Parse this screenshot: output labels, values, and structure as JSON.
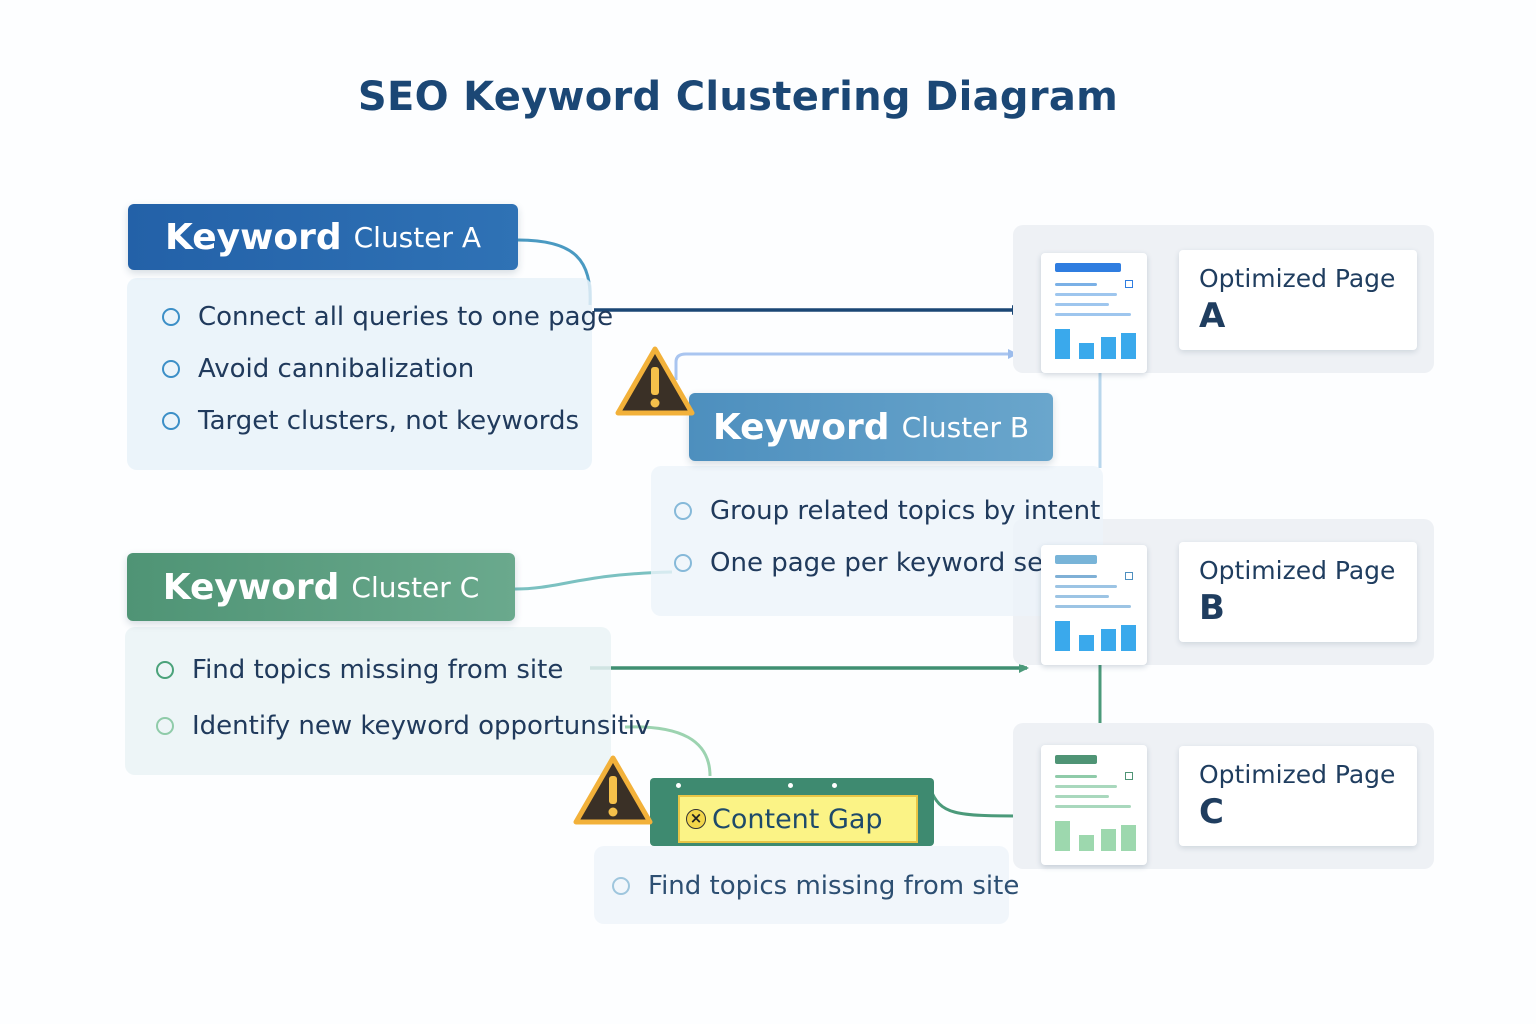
{
  "title": "SEO Keyword Clustering Diagram",
  "clusters": [
    {
      "keyword": "Keyword",
      "label": "Cluster A",
      "color": "#2361a8",
      "items": [
        "Connect all queries to one page",
        "Avoid cannibalization",
        "Target clusters, not keywords"
      ]
    },
    {
      "keyword": "Keyword",
      "label": "Cluster B",
      "color": "#5a9ac5",
      "items": [
        "Group related topics by intent",
        "One page per keyword set"
      ]
    },
    {
      "keyword": "Keyword",
      "label": "Cluster C",
      "color": "#4f9475",
      "items": [
        "Find topics missing from site",
        "Identify new keyword opportunsitiv"
      ]
    }
  ],
  "content_gap": {
    "label": "Content Gap",
    "items": [
      "Find topics missing from site"
    ],
    "icon": "x-circle-icon",
    "color": "#fbf386"
  },
  "pages": [
    {
      "line1": "Optimized Page",
      "line2": "A",
      "accent": "#2f7de0"
    },
    {
      "line1": "Optimized Page",
      "line2": "B",
      "accent": "#78b4d8"
    },
    {
      "line1": "Optimized Page",
      "line2": "C",
      "accent": "#4f9475"
    }
  ],
  "icons": {
    "warning": "warning-triangle-icon",
    "document": "document-chart-icon",
    "bullet": "circle-bullet-icon"
  }
}
